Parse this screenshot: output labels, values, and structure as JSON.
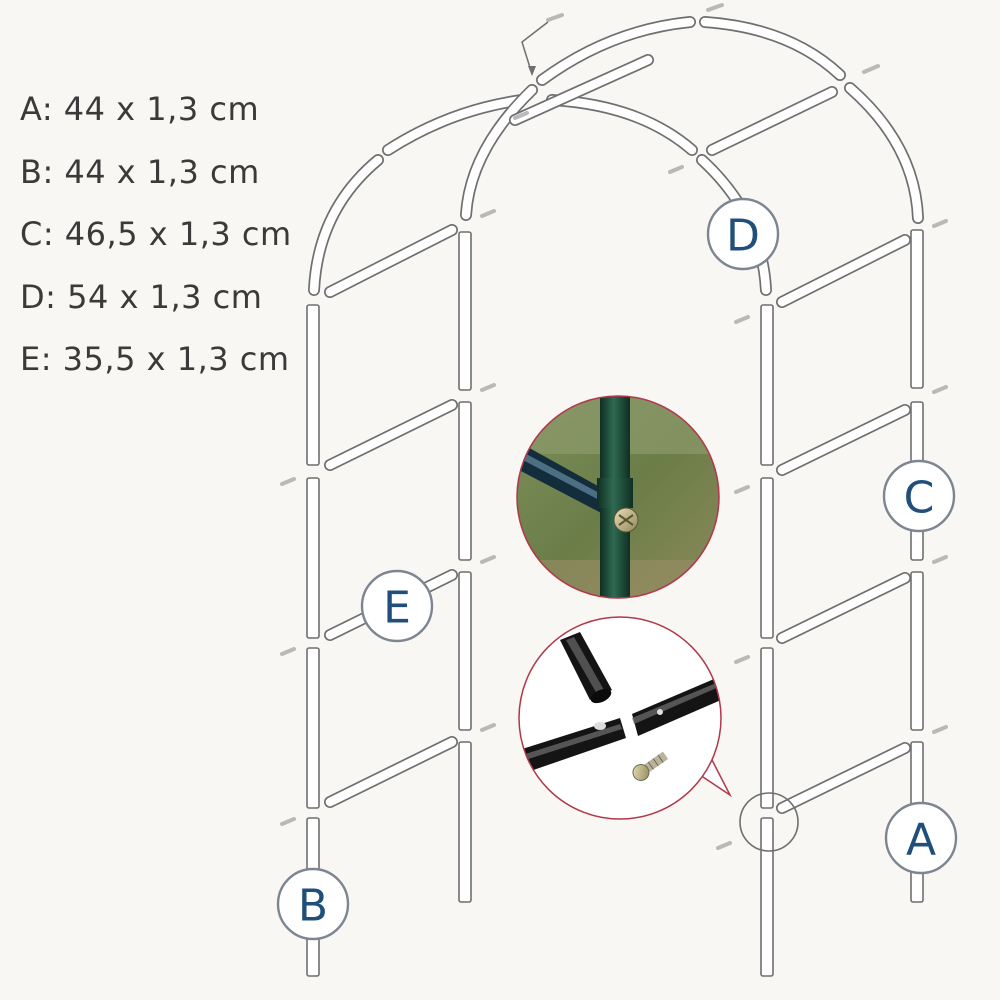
{
  "dimensions": [
    {
      "label": "A: 44 x 1,3 cm"
    },
    {
      "label": "B: 44 x 1,3 cm"
    },
    {
      "label": "C: 46,5 x 1,3 cm"
    },
    {
      "label": "D: 54 x 1,3 cm"
    },
    {
      "label": "E: 35,5 x 1,3 cm"
    }
  ],
  "callouts": {
    "a": "A",
    "b": "B",
    "c": "C",
    "d": "D",
    "e": "E"
  },
  "colors": {
    "outline": "#6f6f6f",
    "letter": "#1f4f7a",
    "photo_frame": "#b0384a",
    "tube_green": "#1f4a38"
  }
}
